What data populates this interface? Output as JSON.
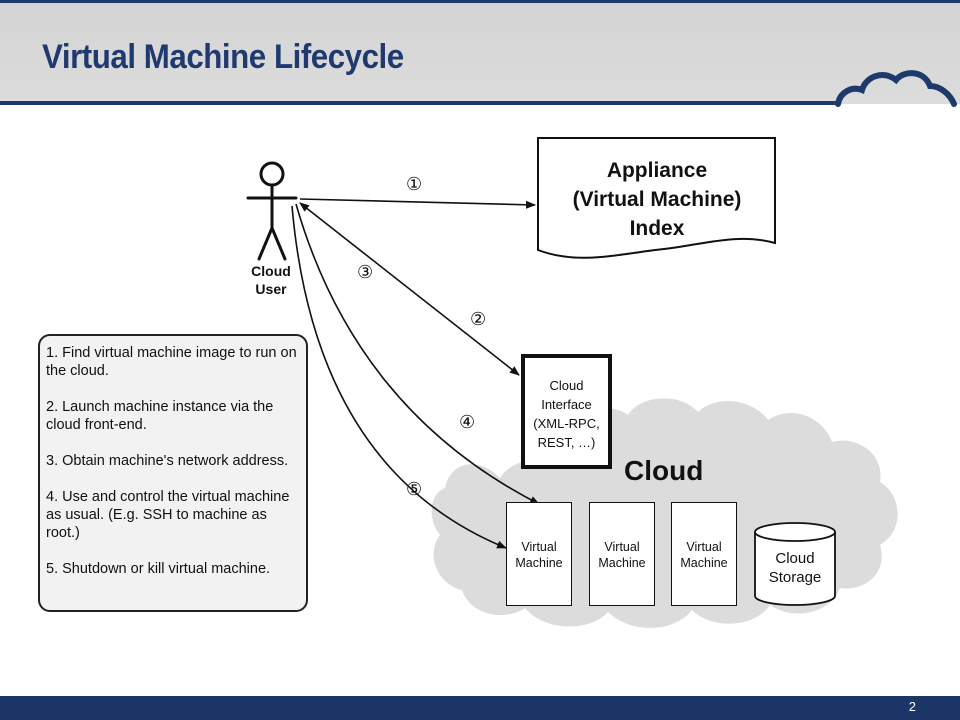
{
  "slide": {
    "title": "Virtual Machine Lifecycle",
    "page_number": "2"
  },
  "diagram": {
    "user_label": "Cloud User",
    "index_label": [
      "Appliance",
      "(Virtual Machine)",
      "Index"
    ],
    "interface_label": [
      "Cloud",
      "Interface",
      "(XML-RPC,",
      "REST, …)"
    ],
    "cloud_label": "Cloud",
    "vm_labels": [
      "Virtual Machine",
      "Virtual Machine",
      "Virtual Machine"
    ],
    "storage_label": [
      "Cloud",
      "Storage"
    ],
    "step_markers": [
      "①",
      "②",
      "③",
      "④",
      "⑤"
    ]
  },
  "steps": [
    "1. Find virtual machine image to run on the cloud.",
    "2. Launch machine instance via the cloud front-end.",
    "3. Obtain machine's network address.",
    "4. Use and control the virtual machine as usual.  (E.g. SSH to machine as root.)",
    "5. Shutdown or kill virtual machine."
  ],
  "colors": {
    "title": "#1f3a6e",
    "header_bg": "#d6d6d6",
    "accent_bar": "#1d3a6b",
    "cloud_fill": "#dcdcdc"
  }
}
